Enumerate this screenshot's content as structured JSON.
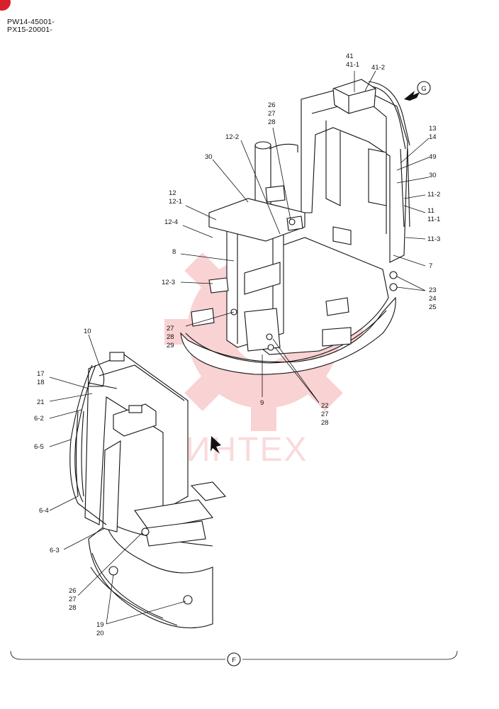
{
  "header": {
    "serial_1": "PW14-45001-",
    "serial_2": "PX15-20001-"
  },
  "watermark": {
    "text": "ИНТЕХ",
    "color": "#e8383d"
  },
  "view_markers": {
    "g": "G",
    "f": "F"
  },
  "callouts": [
    {
      "id": "c41",
      "text": "41"
    },
    {
      "id": "c41-1",
      "text": "41-1"
    },
    {
      "id": "c41-2",
      "text": "41-2"
    },
    {
      "id": "c26a",
      "text": "26"
    },
    {
      "id": "c27a",
      "text": "27"
    },
    {
      "id": "c28a",
      "text": "28"
    },
    {
      "id": "c12-2",
      "text": "12-2"
    },
    {
      "id": "c30a",
      "text": "30"
    },
    {
      "id": "c12",
      "text": "12"
    },
    {
      "id": "c12-1",
      "text": "12-1"
    },
    {
      "id": "c12-4",
      "text": "12-4"
    },
    {
      "id": "c8",
      "text": "8"
    },
    {
      "id": "c12-3",
      "text": "12-3"
    },
    {
      "id": "c27b",
      "text": "27"
    },
    {
      "id": "c28b",
      "text": "28"
    },
    {
      "id": "c29",
      "text": "29"
    },
    {
      "id": "c13",
      "text": "13"
    },
    {
      "id": "c14",
      "text": "14"
    },
    {
      "id": "c49",
      "text": "49"
    },
    {
      "id": "c30b",
      "text": "30"
    },
    {
      "id": "c11-2",
      "text": "11-2"
    },
    {
      "id": "c11",
      "text": "11"
    },
    {
      "id": "c11-1",
      "text": "11-1"
    },
    {
      "id": "c11-3",
      "text": "11-3"
    },
    {
      "id": "c7",
      "text": "7"
    },
    {
      "id": "c23",
      "text": "23"
    },
    {
      "id": "c24",
      "text": "24"
    },
    {
      "id": "c25",
      "text": "25"
    },
    {
      "id": "c9",
      "text": "9"
    },
    {
      "id": "c22",
      "text": "22"
    },
    {
      "id": "c27c",
      "text": "27"
    },
    {
      "id": "c28c",
      "text": "28"
    },
    {
      "id": "c10",
      "text": "10"
    },
    {
      "id": "c17",
      "text": "17"
    },
    {
      "id": "c18",
      "text": "18"
    },
    {
      "id": "c21",
      "text": "21"
    },
    {
      "id": "c6-2",
      "text": "6-2"
    },
    {
      "id": "c6-5",
      "text": "6-5"
    },
    {
      "id": "c6-4",
      "text": "6-4"
    },
    {
      "id": "c6-3",
      "text": "6-3"
    },
    {
      "id": "c26b",
      "text": "26"
    },
    {
      "id": "c27d",
      "text": "27"
    },
    {
      "id": "c28d",
      "text": "28"
    },
    {
      "id": "c19",
      "text": "19"
    },
    {
      "id": "c20",
      "text": "20"
    }
  ]
}
